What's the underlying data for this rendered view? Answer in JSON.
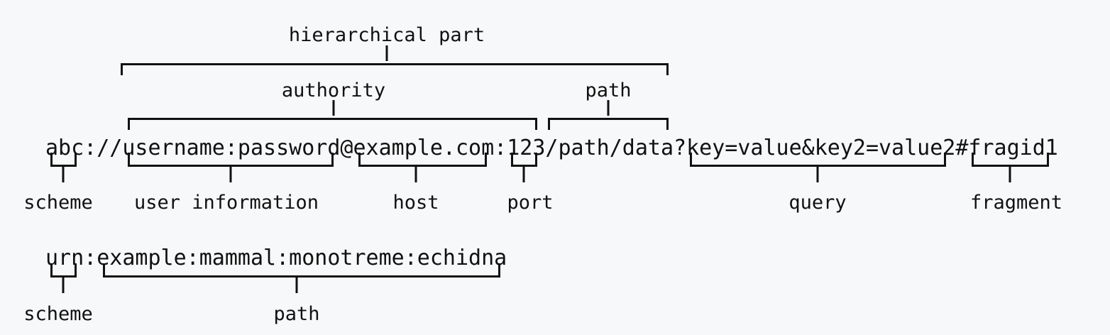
{
  "figure": {
    "title": "URI syntax diagram",
    "background_color": "#f7f8fa",
    "line_color": "#111111",
    "text_color": "#111111"
  },
  "uri_example": {
    "text": "abc://username:password@example.com:123/path/data?key=value&key2=value2#fragid1",
    "scheme": "abc",
    "user_information": "username:password",
    "host": "example.com",
    "port": "123",
    "path": "/path/data",
    "query": "key=value&key2=value2",
    "fragment": "fragid1"
  },
  "urn_example": {
    "text": "urn:example:mammal:monotreme:echidna",
    "scheme": "urn",
    "path": "example:mammal:monotreme:echidna"
  },
  "labels": {
    "hierarchical_part": "hierarchical part",
    "authority": "authority",
    "path_top": "path",
    "scheme": "scheme",
    "user_information": "user information",
    "host": "host",
    "port": "port",
    "query": "query",
    "fragment": "fragment",
    "urn_scheme": "scheme",
    "urn_path": "path"
  }
}
